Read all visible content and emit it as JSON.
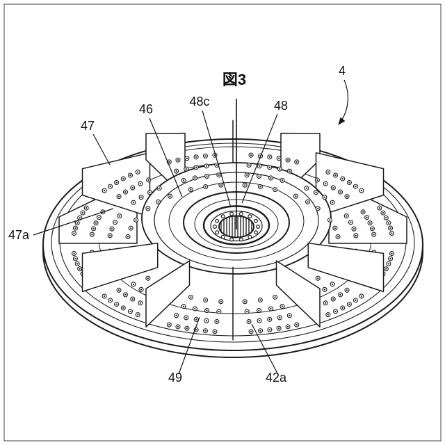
{
  "figure": {
    "title": "図3",
    "labels": {
      "n4": "4",
      "n46": "46",
      "n47": "47",
      "n47a": "47a",
      "n48": "48",
      "n48c": "48c",
      "n49": "49",
      "n42a": "42a"
    },
    "colors": {
      "line": "#1a1a1a",
      "background": "#ffffff"
    }
  }
}
